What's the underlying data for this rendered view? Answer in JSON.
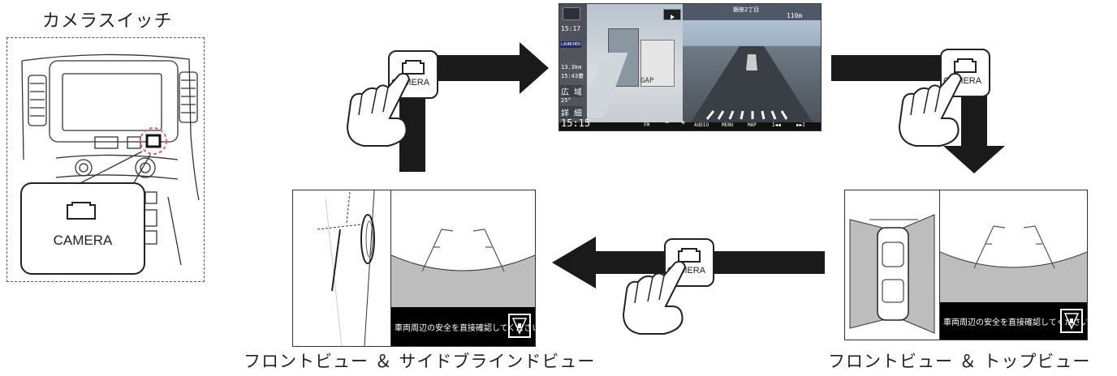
{
  "camera_switch_title": "カメラスイッチ",
  "switch_button_label": "CAMERA",
  "press_button_label": "CAMERA",
  "nav_screen": {
    "clock_top": "15:17",
    "launcher": "LAUNCHER",
    "dist": "13.3km",
    "eta": "15:43着",
    "wide_btn": "広 域",
    "temp": "25°",
    "detail_btn": "詳 細",
    "gap_label": "GAP",
    "route_label": "銀座2丁目",
    "distance_right": "110m",
    "clock_bottom": "15:15",
    "source": "FM",
    "minus": "−",
    "plus": "+",
    "audio": "AUDIO",
    "menu": "MENU",
    "map": "MAP",
    "prev": "I◀◀",
    "next": "▶▶I"
  },
  "warning_text": "車両周辺の安全を直接確認してください",
  "label_left": "フロントビュー ＆ サイドブラインドビュー",
  "label_right": "フロントビュー ＆ トップビュー",
  "colors": {
    "arrow": "#1a1a1a",
    "ground": "#bdbdbd",
    "highlight": "#e0607a"
  }
}
